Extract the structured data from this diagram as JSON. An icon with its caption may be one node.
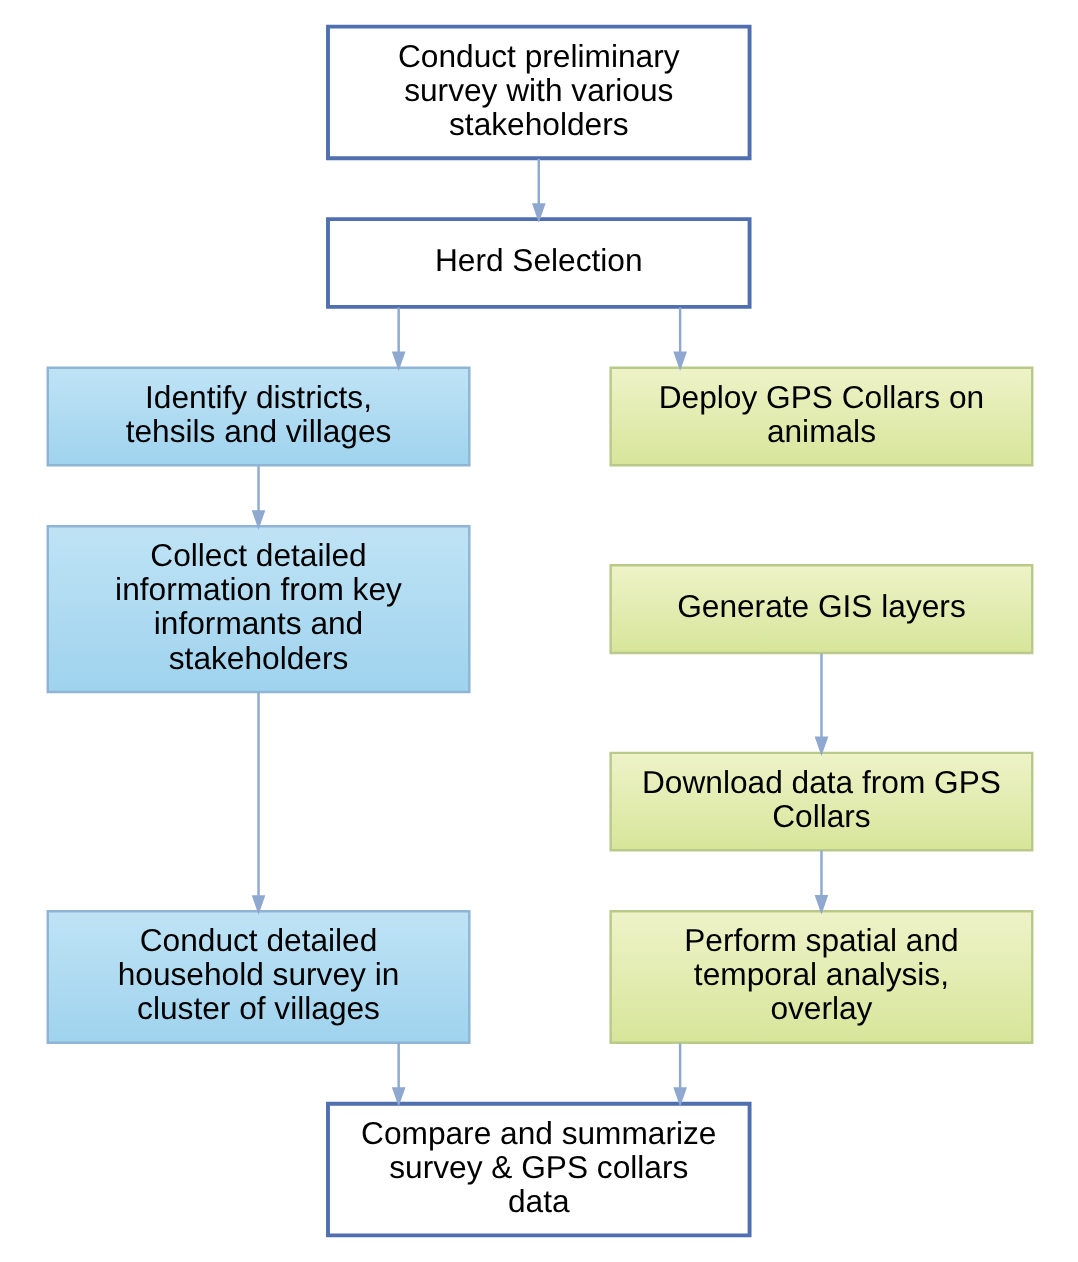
{
  "diagram": {
    "nodes": [
      {
        "text": [
          "Conduct preliminary survey with various stakeholders"
        ]
      },
      {
        "text": [
          "Herd Selection"
        ]
      },
      {
        "text": [
          "Identify districts, tehsils and villages"
        ]
      },
      {
        "text": [
          "Deploy GPS Collars on animals"
        ]
      },
      {
        "text": [
          "Collect detailed information from key informants and stakeholders"
        ]
      },
      {
        "text": [
          "Generate GIS layers"
        ]
      },
      {
        "text": [
          "Conduct detailed household survey in cluster of villages"
        ]
      },
      {
        "text": [
          "Download data from GPS Collars"
        ]
      },
      {
        "text": [
          "Perform spatial and temporal analysis, overlay"
        ]
      },
      {
        "text": [
          "Compare and summarize survey & GPS collars data"
        ]
      }
    ],
    "edges": [
      {
        "from": 0,
        "to": 1,
        "arrow": "to"
      },
      {
        "from": 1,
        "to": 2,
        "arrow": "to"
      },
      {
        "from": 1,
        "to": 3,
        "arrow": "to"
      },
      {
        "from": 2,
        "to": 4,
        "arrow": "to"
      },
      {
        "from": 4,
        "to": 6,
        "arrow": "to"
      },
      {
        "from": 5,
        "to": 7,
        "arrow": "to"
      },
      {
        "from": 7,
        "to": 8,
        "arrow": "to"
      },
      {
        "from": 6,
        "to": 9,
        "arrow": "to"
      },
      {
        "from": 8,
        "to": 9,
        "arrow": "to"
      }
    ]
  }
}
